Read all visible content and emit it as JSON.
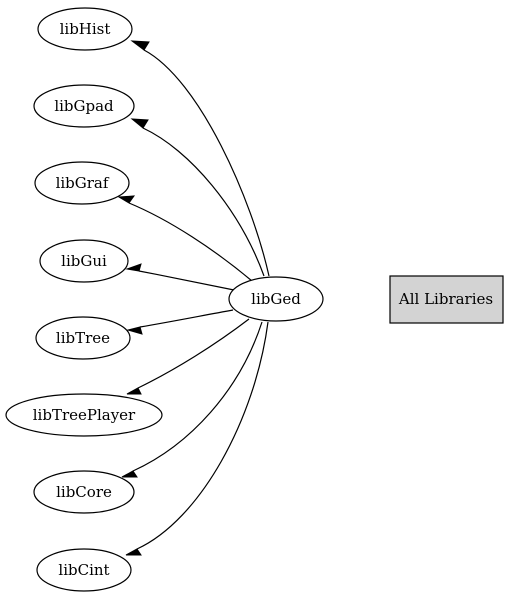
{
  "diagram": {
    "center": "libGed",
    "dependencies": [
      {
        "name": "libHist"
      },
      {
        "name": "libGpad"
      },
      {
        "name": "libGraf"
      },
      {
        "name": "libGui"
      },
      {
        "name": "libTree"
      },
      {
        "name": "libTreePlayer"
      },
      {
        "name": "libCore"
      },
      {
        "name": "libCint"
      }
    ],
    "all_libraries_label": "All Libraries",
    "colors": {
      "node_fill": "#ffffff",
      "box_fill": "#d3d3d3",
      "stroke": "#000000"
    }
  }
}
